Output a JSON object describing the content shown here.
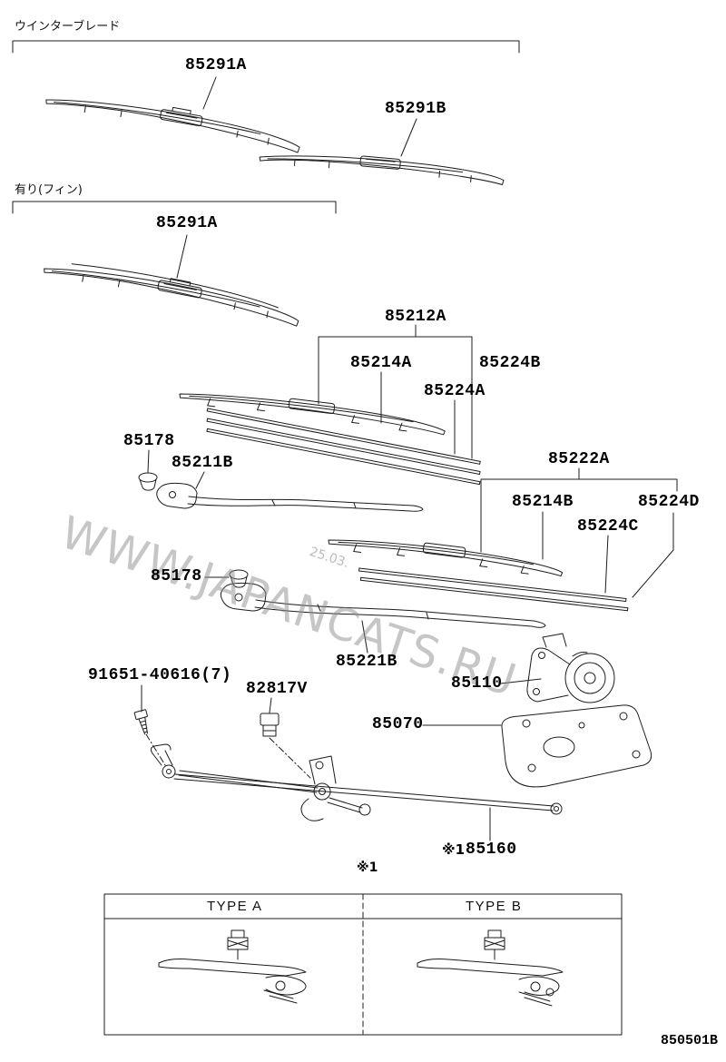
{
  "page": {
    "diagram_code": "850501B"
  },
  "watermark": {
    "site": "WWW.JAPANCATS.RU",
    "date": "25.03."
  },
  "groups": {
    "winter_blade": "ウインターブレード",
    "with_fin": "有り(フィン)"
  },
  "labels": {
    "p85291a_1": "85291A",
    "p85291b": "85291B",
    "p85291a_2": "85291A",
    "p85212a": "85212A",
    "p85214a": "85214A",
    "p85224b": "85224B",
    "p85224a": "85224A",
    "p85178_1": "85178",
    "p85211b": "85211B",
    "p85222a": "85222A",
    "p85214b": "85214B",
    "p85224d": "85224D",
    "p85224c": "85224C",
    "p85178_2": "85178",
    "p85221b": "85221B",
    "p91651_40616": "91651-40616(7)",
    "p82817v": "82817V",
    "p85110": "85110",
    "p85070": "85070",
    "p85160_prefix": "※1",
    "p85160": "85160",
    "note_ref": "※1"
  },
  "table": {
    "type_a": "TYPE A",
    "type_b": "TYPE B"
  }
}
